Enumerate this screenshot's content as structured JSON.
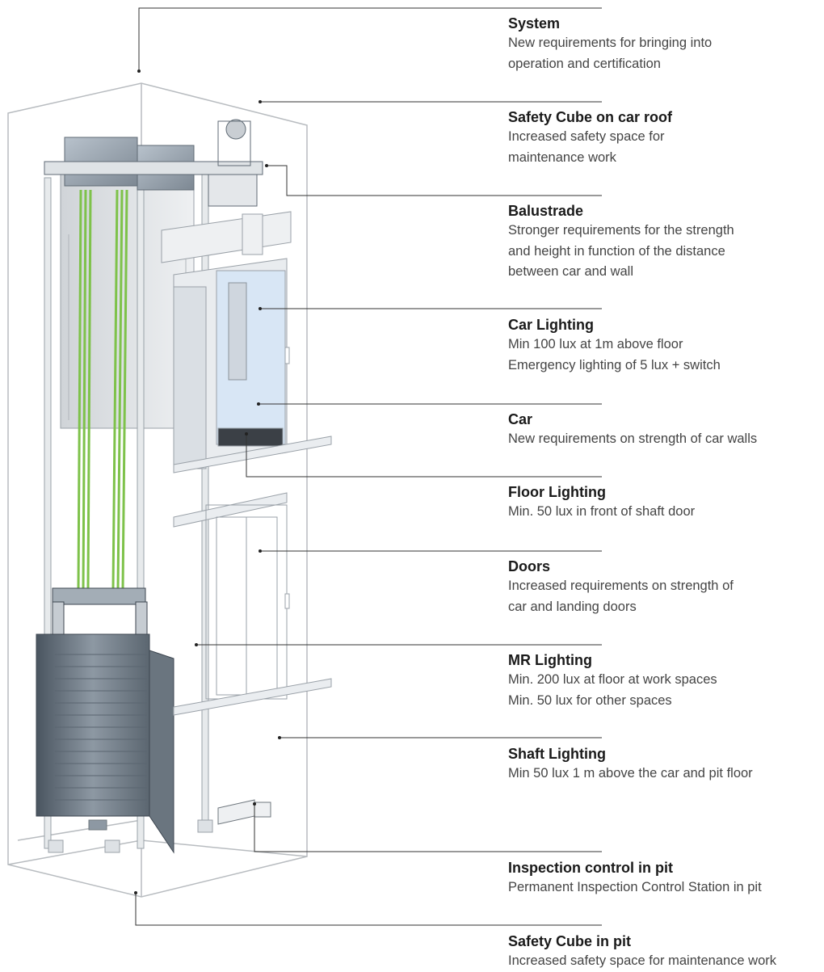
{
  "labels": [
    {
      "title": "System",
      "lines": [
        "New requirements for bringing into",
        "operation and certification"
      ]
    },
    {
      "title": "Safety Cube on car roof",
      "lines": [
        "Increased safety space for",
        "maintenance work"
      ]
    },
    {
      "title": "Balustrade",
      "lines": [
        "Stronger requirements for the strength",
        "and height in function of the distance",
        "between car  and wall"
      ]
    },
    {
      "title": "Car Lighting",
      "lines": [
        "Min 100 lux at 1m above floor",
        "Emergency lighting of 5 lux + switch"
      ]
    },
    {
      "title": "Car",
      "lines": [
        "New requirements on strength of car walls"
      ]
    },
    {
      "title": "Floor Lighting",
      "lines": [
        "Min. 50 lux in front of shaft door"
      ]
    },
    {
      "title": "Doors",
      "lines": [
        "Increased requirements on strength of",
        "car and landing doors"
      ]
    },
    {
      "title": "MR Lighting",
      "lines": [
        "Min. 200 lux at floor at work spaces",
        "Min. 50 lux for other spaces"
      ]
    },
    {
      "title": "Shaft Lighting",
      "lines": [
        "Min 50  lux 1 m above the car and pit floor"
      ]
    },
    {
      "title": "Inspection control in pit",
      "lines": [
        "Permanent Inspection Control Station in pit"
      ]
    },
    {
      "title": "Safety Cube in pit",
      "lines": [
        "Increased safety space for maintenance work"
      ]
    }
  ],
  "colors": {
    "rope": "#7ec24a",
    "car_interior": "#d8e6f5",
    "leader": "#333333"
  }
}
